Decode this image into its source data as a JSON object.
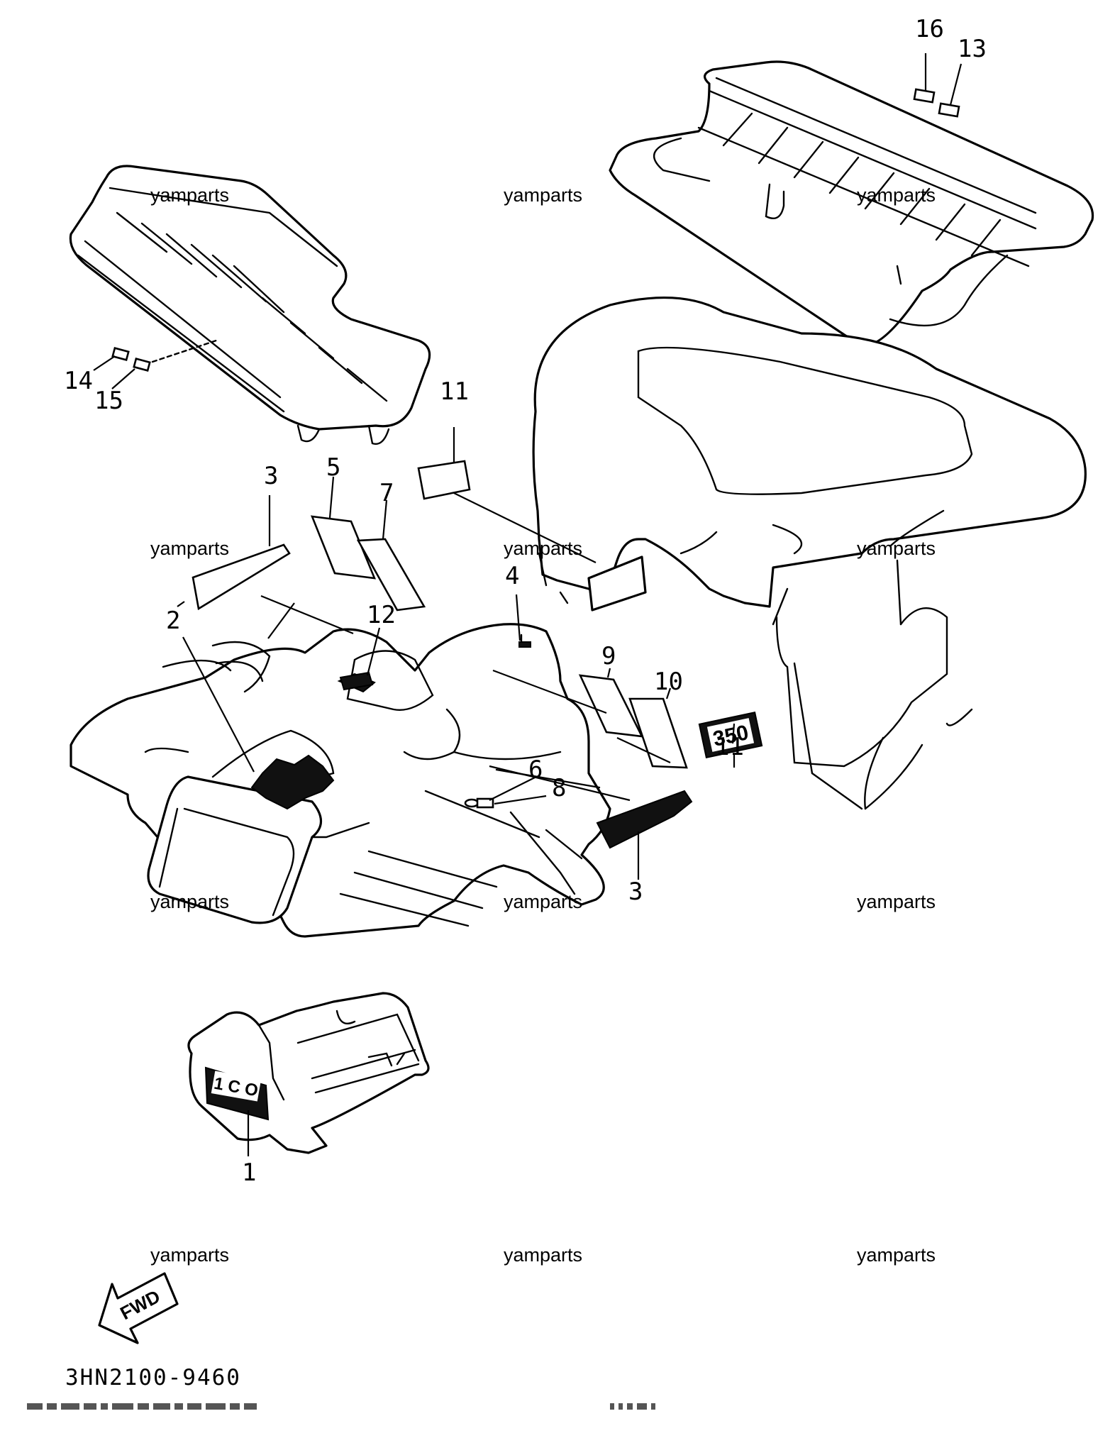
{
  "diagram": {
    "callouts": [
      "16",
      "13",
      "14",
      "15",
      "11",
      "3",
      "5",
      "7",
      "4",
      "2",
      "12",
      "9",
      "10",
      "11",
      "6",
      "8",
      "3",
      "1"
    ],
    "watermark": "yamparts",
    "decal_text": {
      "model_350": "350",
      "arrow_fwd": "FWD",
      "plate": "1 C O"
    },
    "drawing_code": "3HN2100-9460"
  }
}
